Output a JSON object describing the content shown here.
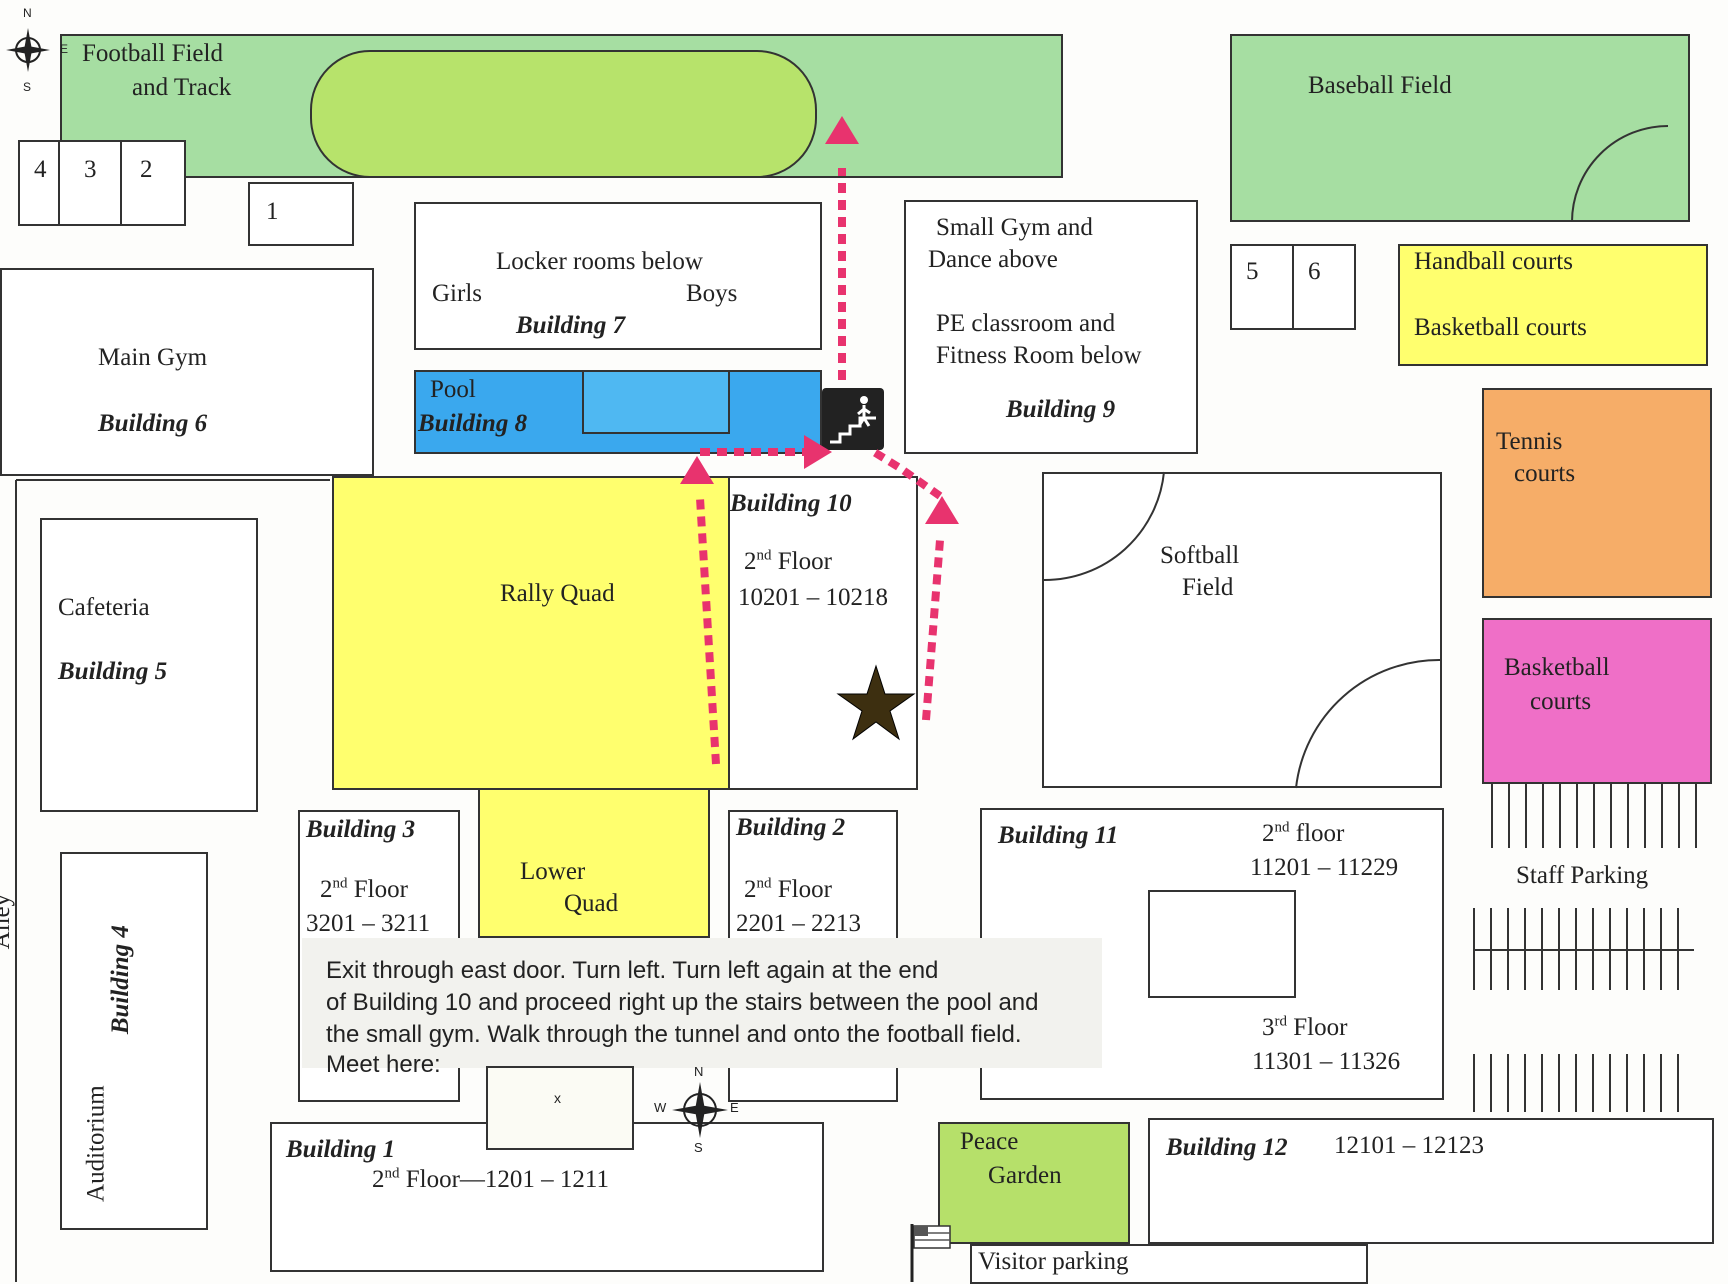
{
  "fields": {
    "football": [
      "Football Field",
      "and Track"
    ],
    "baseball": "Baseball Field",
    "softball": [
      "Softball",
      "Field"
    ]
  },
  "boxes": {
    "a": "4",
    "b": "3",
    "c": "2",
    "d": "1",
    "e": "5",
    "f": "6"
  },
  "buildings": {
    "b7": {
      "line1": "Locker rooms below",
      "girls": "Girls",
      "boys": "Boys",
      "name": "Building 7"
    },
    "b9": {
      "line1": "Small Gym and",
      "line2": "Dance above",
      "line3": "PE classroom and",
      "line4": "Fitness Room below",
      "name": "Building 9"
    },
    "b6": {
      "label": "Main Gym",
      "name": "Building 6"
    },
    "b8": {
      "label": "Pool",
      "name": "Building 8"
    },
    "b10": {
      "name": "Building 10",
      "floor_num": "2",
      "floor_sup": "nd",
      "floor_word": "Floor",
      "rooms": "10201 – 10218"
    },
    "b5": {
      "label": "Cafeteria",
      "name": "Building 5"
    },
    "b3": {
      "name": "Building 3",
      "floor_num": "2",
      "floor_sup": "nd",
      "floor_word": "Floor",
      "rooms": "3201 – 3211"
    },
    "b2": {
      "name": "Building 2",
      "floor_num": "2",
      "floor_sup": "nd",
      "floor_word": "Floor",
      "rooms": "2201 – 2213"
    },
    "b11": {
      "name": "Building 11",
      "f2_num": "2",
      "f2_sup": "nd",
      "f2_word": "floor",
      "f2_rooms": "11201 – 11229",
      "f3_num": "3",
      "f3_sup": "rd",
      "f3_word": "Floor",
      "f3_rooms": "11301 – 11326"
    },
    "b4": {
      "label": "Auditorium",
      "name": "Building 4"
    },
    "b1": {
      "name": "Building 1",
      "floor_num": "2",
      "floor_sup": "nd",
      "floor_word": "Floor—1201 – 1211"
    },
    "b12": {
      "name": "Building 12",
      "rooms": "12101 – 12123"
    }
  },
  "courts": {
    "handball": "Handball courts",
    "basketball_yellow": "Basketball courts",
    "tennis": [
      "Tennis",
      "courts"
    ],
    "basketball_pink": [
      "Basketball",
      "courts"
    ]
  },
  "areas": {
    "rally": "Rally Quad",
    "lower": [
      "Lower",
      "Quad"
    ],
    "peace": [
      "Peace",
      "Garden"
    ],
    "staff_parking": "Staff  Parking",
    "visitor_parking": "Visitor parking",
    "alley": "Alley"
  },
  "note": {
    "lines": [
      "Exit through east door.  Turn left.  Turn left again at the end",
      "of Building 10 and proceed right up the stairs between the pool and",
      "the small gym.  Walk through the tunnel and onto the football field.",
      "Meet here:"
    ],
    "mark": "x"
  },
  "compass": {
    "n": "N",
    "s": "S",
    "e": "E",
    "w": "W"
  },
  "colors": {
    "route": "#e8336e",
    "green": "#a6dea2",
    "yellow": "#ffff6e",
    "blue": "#3aa8ee",
    "orange": "#f6ad68",
    "pink": "#ef6fc7",
    "lime": "#b6e06a"
  }
}
